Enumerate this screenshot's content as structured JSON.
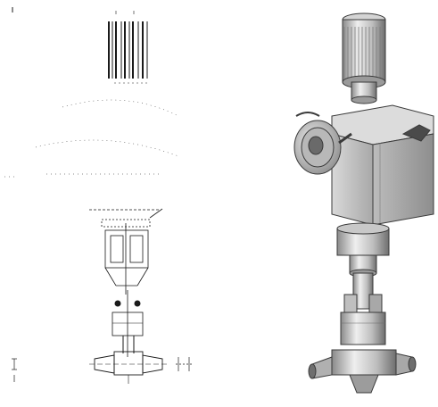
{
  "figure": {
    "left_panel": "technical-section-drawing",
    "right_panel": "3d-render",
    "subject": "electric-actuated-globe-valve"
  },
  "colors": {
    "background": "#ffffff",
    "line": "#1a1a1a",
    "metal_light": "#e6e6e6",
    "metal_mid": "#bfbfbf",
    "metal_dark": "#7a7a7a",
    "shadow": "#4a4a4a"
  },
  "icons": {
    "actuator": "motor-cylinder-icon",
    "handwheel": "handwheel-icon",
    "gearbox": "gearbox-icon",
    "valve_body": "valve-body-icon"
  }
}
